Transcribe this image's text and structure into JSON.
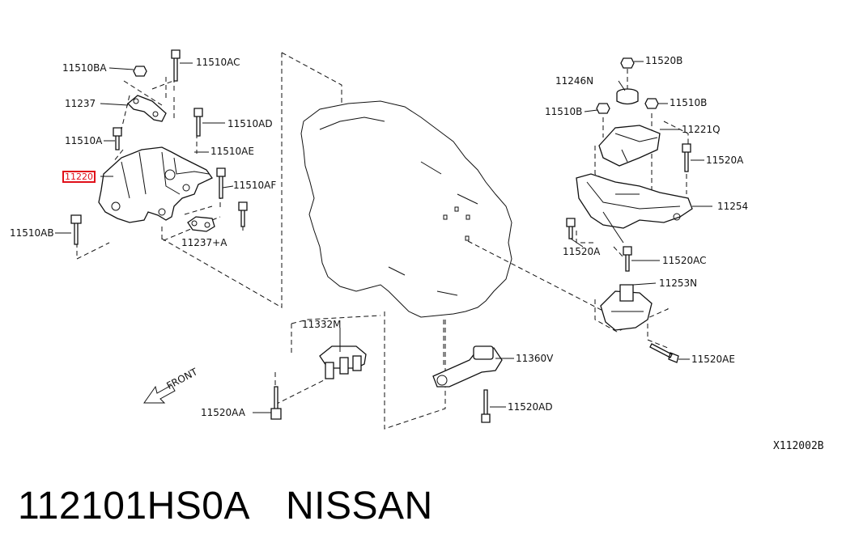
{
  "diagram": {
    "figure_code": "X112002B",
    "direction_label": "FRONT",
    "highlight_color": "#e0101a",
    "labels": {
      "p11510BA": "11510BA",
      "p11510AC": "11510AC",
      "p11237": "11237",
      "p11510AD": "11510AD",
      "p11510A": "11510A",
      "p11510AE": "11510AE",
      "p11220": "11220",
      "p11510AF": "11510AF",
      "p11510AB": "11510AB",
      "p11237A": "11237+A",
      "p11520B": "11520B",
      "p11246N": "11246N",
      "p11510B_left": "11510B",
      "p11510B_right": "11510B",
      "p11221Q": "11221Q",
      "p11520A_top": "11520A",
      "p11254": "11254",
      "p11520A_bottom": "11520A",
      "p11520AC": "11520AC",
      "p11253N": "11253N",
      "p11332M": "11332M",
      "p11360V": "11360V",
      "p11520AE": "11520AE",
      "p11520AD": "11520AD",
      "p11520AA": "11520AA"
    }
  },
  "footer": {
    "part_number": "112101HS0A",
    "brand": "NISSAN"
  }
}
